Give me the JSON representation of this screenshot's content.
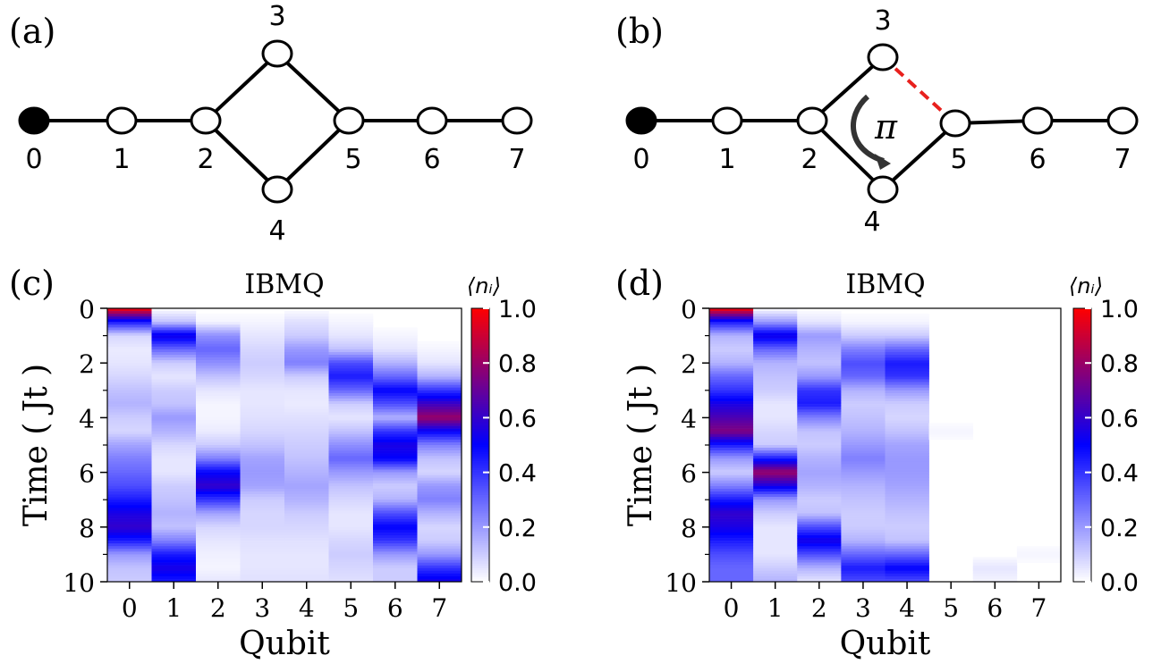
{
  "panels": {
    "a": {
      "label": "(a)"
    },
    "b": {
      "label": "(b)",
      "flux_symbol": "π"
    },
    "c": {
      "label": "(c)"
    },
    "d": {
      "label": "(d)"
    }
  },
  "graph": {
    "nodes": [
      {
        "id": 0,
        "label": "0",
        "filled": true
      },
      {
        "id": 1,
        "label": "1",
        "filled": false
      },
      {
        "id": 2,
        "label": "2",
        "filled": false
      },
      {
        "id": 3,
        "label": "3",
        "filled": false
      },
      {
        "id": 4,
        "label": "4",
        "filled": false
      },
      {
        "id": 5,
        "label": "5",
        "filled": false
      },
      {
        "id": 6,
        "label": "6",
        "filled": false
      },
      {
        "id": 7,
        "label": "7",
        "filled": false
      }
    ],
    "edges": [
      [
        0,
        1
      ],
      [
        1,
        2
      ],
      [
        2,
        3
      ],
      [
        2,
        4
      ],
      [
        3,
        5
      ],
      [
        4,
        5
      ],
      [
        5,
        6
      ],
      [
        6,
        7
      ]
    ],
    "flux_edge": [
      3,
      5
    ],
    "colors": {
      "node_fill": "#ffffff",
      "node_filled": "#000000",
      "edge": "#000000",
      "flux_edge": "#e8201d",
      "arrow": "#333333"
    }
  },
  "chart_data": [
    {
      "type": "heatmap",
      "panel": "c",
      "title": "IBMQ",
      "xlabel": "Qubit",
      "ylabel": "Time ( Jt )",
      "x": [
        0,
        1,
        2,
        3,
        4,
        5,
        6,
        7
      ],
      "xticks": [
        "0",
        "1",
        "2",
        "3",
        "4",
        "5",
        "6",
        "7"
      ],
      "yticks": [
        "0",
        "2",
        "4",
        "6",
        "8",
        "10"
      ],
      "ylim": [
        0,
        10
      ],
      "t": [
        0,
        0.5,
        1,
        1.5,
        2,
        2.5,
        3,
        3.5,
        4,
        4.5,
        5,
        5.5,
        6,
        6.5,
        7,
        7.5,
        8,
        8.5,
        9,
        9.5,
        10
      ],
      "values": [
        [
          1.0,
          0.0,
          0.0,
          0.0,
          0.0,
          0.0,
          0.0,
          0.0
        ],
        [
          0.45,
          0.12,
          0.02,
          0.02,
          0.06,
          0.02,
          0.0,
          0.0
        ],
        [
          0.08,
          0.55,
          0.22,
          0.05,
          0.1,
          0.05,
          0.02,
          0.0
        ],
        [
          0.04,
          0.3,
          0.3,
          0.08,
          0.2,
          0.12,
          0.05,
          0.02
        ],
        [
          0.05,
          0.1,
          0.22,
          0.1,
          0.25,
          0.35,
          0.15,
          0.05
        ],
        [
          0.08,
          0.05,
          0.12,
          0.08,
          0.1,
          0.45,
          0.3,
          0.15
        ],
        [
          0.12,
          0.1,
          0.05,
          0.05,
          0.05,
          0.3,
          0.5,
          0.4
        ],
        [
          0.15,
          0.12,
          0.02,
          0.05,
          0.04,
          0.1,
          0.35,
          0.62
        ],
        [
          0.1,
          0.2,
          0.02,
          0.06,
          0.06,
          0.05,
          0.15,
          0.8
        ],
        [
          0.08,
          0.15,
          0.04,
          0.08,
          0.08,
          0.12,
          0.4,
          0.5
        ],
        [
          0.18,
          0.08,
          0.1,
          0.12,
          0.1,
          0.22,
          0.55,
          0.25
        ],
        [
          0.25,
          0.05,
          0.25,
          0.18,
          0.12,
          0.3,
          0.5,
          0.12
        ],
        [
          0.3,
          0.05,
          0.5,
          0.2,
          0.15,
          0.2,
          0.2,
          0.08
        ],
        [
          0.35,
          0.1,
          0.6,
          0.18,
          0.18,
          0.12,
          0.1,
          0.2
        ],
        [
          0.45,
          0.12,
          0.4,
          0.1,
          0.15,
          0.08,
          0.15,
          0.25
        ],
        [
          0.55,
          0.15,
          0.18,
          0.08,
          0.1,
          0.05,
          0.35,
          0.15
        ],
        [
          0.6,
          0.12,
          0.08,
          0.08,
          0.08,
          0.05,
          0.5,
          0.08
        ],
        [
          0.45,
          0.25,
          0.05,
          0.06,
          0.06,
          0.08,
          0.4,
          0.1
        ],
        [
          0.2,
          0.45,
          0.03,
          0.05,
          0.05,
          0.1,
          0.2,
          0.2
        ],
        [
          0.12,
          0.55,
          0.02,
          0.05,
          0.05,
          0.08,
          0.1,
          0.4
        ],
        [
          0.1,
          0.45,
          0.05,
          0.06,
          0.06,
          0.06,
          0.1,
          0.55
        ]
      ],
      "colorbar": {
        "label": "⟨nᵢ⟩",
        "ticks": [
          "0.0",
          "0.2",
          "0.4",
          "0.6",
          "0.8",
          "1.0"
        ],
        "range": [
          0,
          1
        ]
      },
      "colormap": [
        "#ffffff",
        "#0000ff",
        "#ff0000"
      ]
    },
    {
      "type": "heatmap",
      "panel": "d",
      "title": "IBMQ",
      "xlabel": "Qubit",
      "ylabel": "Time ( Jt )",
      "x": [
        0,
        1,
        2,
        3,
        4,
        5,
        6,
        7
      ],
      "xticks": [
        "0",
        "1",
        "2",
        "3",
        "4",
        "5",
        "6",
        "7"
      ],
      "yticks": [
        "0",
        "2",
        "4",
        "6",
        "8",
        "10"
      ],
      "ylim": [
        0,
        10
      ],
      "t": [
        0,
        0.5,
        1,
        1.5,
        2,
        2.5,
        3,
        3.5,
        4,
        4.5,
        5,
        5.5,
        6,
        6.5,
        7,
        7.5,
        8,
        8.5,
        9,
        9.5,
        10
      ],
      "values": [
        [
          1.0,
          0.0,
          0.0,
          0.0,
          0.0,
          0.0,
          0.0,
          0.0
        ],
        [
          0.45,
          0.2,
          0.05,
          0.02,
          0.02,
          0.0,
          0.0,
          0.0
        ],
        [
          0.15,
          0.55,
          0.2,
          0.1,
          0.1,
          0.0,
          0.0,
          0.0
        ],
        [
          0.1,
          0.3,
          0.15,
          0.25,
          0.3,
          0.0,
          0.0,
          0.0
        ],
        [
          0.15,
          0.15,
          0.12,
          0.35,
          0.45,
          0.0,
          0.0,
          0.0
        ],
        [
          0.3,
          0.12,
          0.2,
          0.3,
          0.4,
          0.0,
          0.0,
          0.0
        ],
        [
          0.4,
          0.1,
          0.4,
          0.15,
          0.2,
          0.0,
          0.0,
          0.0
        ],
        [
          0.55,
          0.05,
          0.45,
          0.1,
          0.1,
          0.0,
          0.0,
          0.0
        ],
        [
          0.65,
          0.05,
          0.25,
          0.12,
          0.08,
          0.0,
          0.0,
          0.0
        ],
        [
          0.75,
          0.08,
          0.12,
          0.15,
          0.12,
          0.02,
          0.0,
          0.0
        ],
        [
          0.45,
          0.1,
          0.1,
          0.2,
          0.18,
          0.0,
          0.0,
          0.0
        ],
        [
          0.2,
          0.45,
          0.15,
          0.25,
          0.2,
          0.0,
          0.0,
          0.0
        ],
        [
          0.1,
          0.8,
          0.18,
          0.2,
          0.2,
          0.0,
          0.0,
          0.0
        ],
        [
          0.25,
          0.55,
          0.15,
          0.15,
          0.18,
          0.0,
          0.0,
          0.0
        ],
        [
          0.45,
          0.2,
          0.1,
          0.12,
          0.15,
          0.0,
          0.0,
          0.0
        ],
        [
          0.6,
          0.1,
          0.12,
          0.1,
          0.12,
          0.0,
          0.0,
          0.0
        ],
        [
          0.55,
          0.05,
          0.35,
          0.1,
          0.1,
          0.0,
          0.0,
          0.0
        ],
        [
          0.45,
          0.05,
          0.55,
          0.15,
          0.12,
          0.0,
          0.0,
          0.0
        ],
        [
          0.35,
          0.05,
          0.35,
          0.3,
          0.3,
          0.0,
          0.0,
          0.02
        ],
        [
          0.3,
          0.1,
          0.15,
          0.45,
          0.5,
          0.0,
          0.05,
          0.0
        ],
        [
          0.3,
          0.15,
          0.05,
          0.35,
          0.35,
          0.0,
          0.02,
          0.0
        ]
      ],
      "colorbar": {
        "label": "⟨nᵢ⟩",
        "ticks": [
          "0.0",
          "0.2",
          "0.4",
          "0.6",
          "0.8",
          "1.0"
        ],
        "range": [
          0,
          1
        ]
      },
      "colormap": [
        "#ffffff",
        "#0000ff",
        "#ff0000"
      ]
    }
  ]
}
